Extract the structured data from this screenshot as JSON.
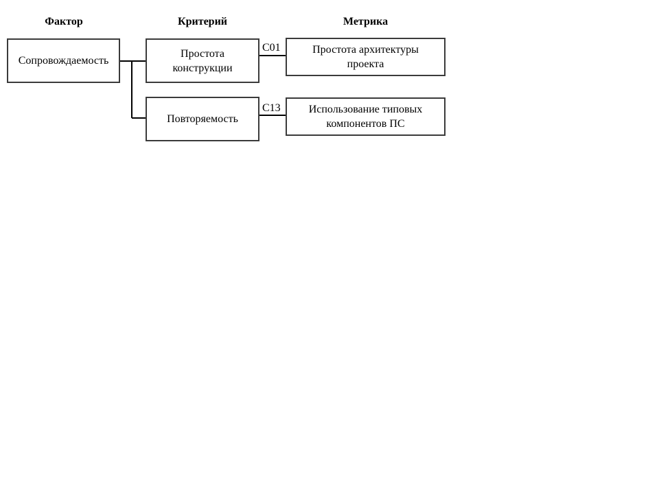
{
  "headers": {
    "factor": "Фактор",
    "criterion": "Критерий",
    "metric": "Метрика"
  },
  "factor": {
    "label": "Сопровождаемость"
  },
  "criteria": [
    {
      "label": "Простота\nконструкции",
      "code": "C01",
      "metric": "Простота архитектуры\nпроекта"
    },
    {
      "label": "Повторяемость",
      "code": "C13",
      "metric": "Использование типовых\nкомпонентов ПС"
    }
  ],
  "colors": {
    "line": "#000000",
    "box_border": "#3a3a3a"
  }
}
